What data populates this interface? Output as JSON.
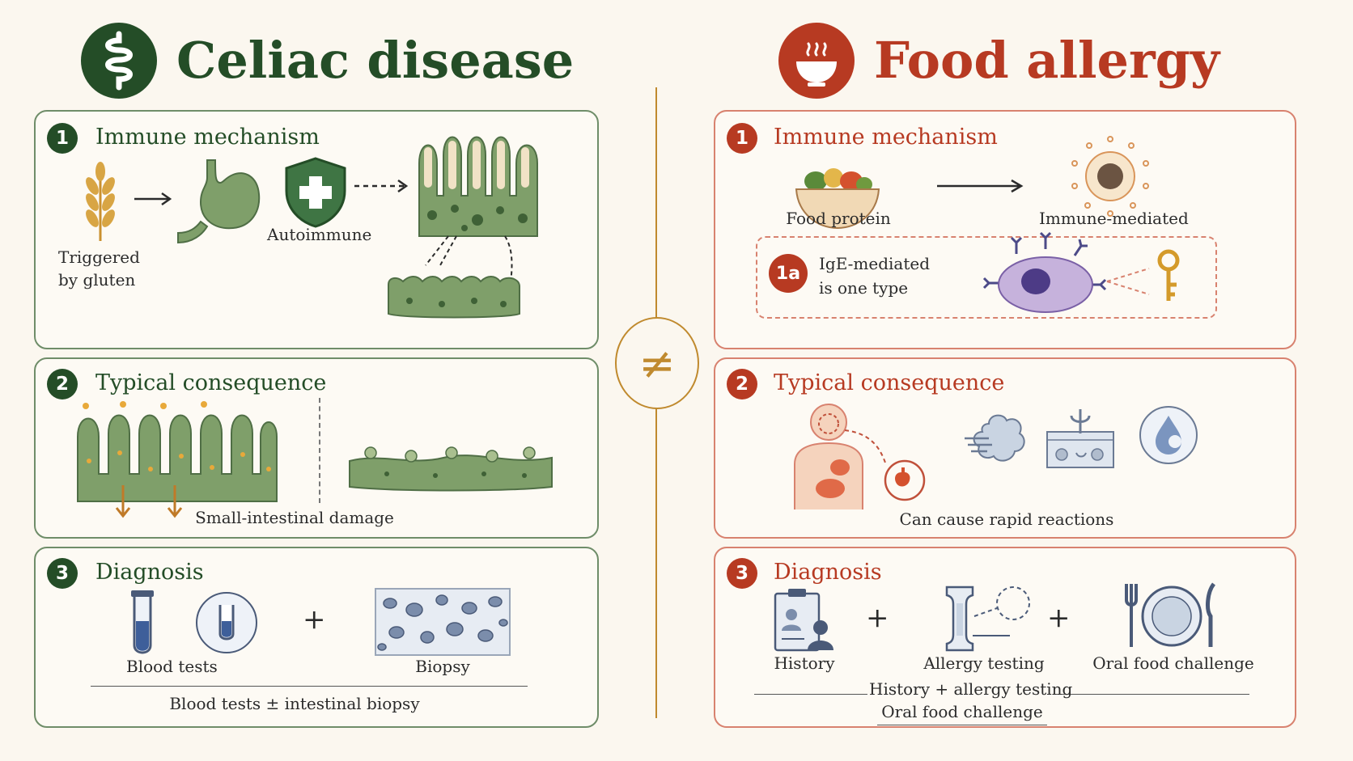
{
  "left": {
    "title": "Celiac disease",
    "icon": "intestine-icon",
    "accent": "#244d27",
    "sections": [
      {
        "number": "1",
        "title": "Immune mechanism",
        "labels": [
          "Triggered",
          "by gluten",
          "Autoimmune"
        ]
      },
      {
        "number": "2",
        "title": "Typical consequence",
        "caption": "Small-intestinal damage"
      },
      {
        "number": "3",
        "title": "Diagnosis",
        "labels": [
          "Blood tests",
          "Biopsy"
        ],
        "plus": "+",
        "caption": "Blood tests ± intestinal biopsy"
      }
    ]
  },
  "divider": {
    "symbol": "≠",
    "color": "#c08a2e"
  },
  "right": {
    "title": "Food allergy",
    "icon": "soup-bowl-icon",
    "accent": "#b73a22",
    "sections": [
      {
        "number": "1",
        "title": "Immune mechanism",
        "labels": [
          "Food protein",
          "Immune-mediated"
        ],
        "sub": {
          "number": "1a",
          "line1": "IgE-mediated",
          "line2": "is one type"
        }
      },
      {
        "number": "2",
        "title": "Typical consequence",
        "caption": "Can cause rapid reactions"
      },
      {
        "number": "3",
        "title": "Diagnosis",
        "labels": [
          "History",
          "Allergy testing",
          "Oral food challenge"
        ],
        "plus": "+",
        "caption1": "History + allergy testing",
        "caption2": "Oral food challenge"
      }
    ]
  }
}
